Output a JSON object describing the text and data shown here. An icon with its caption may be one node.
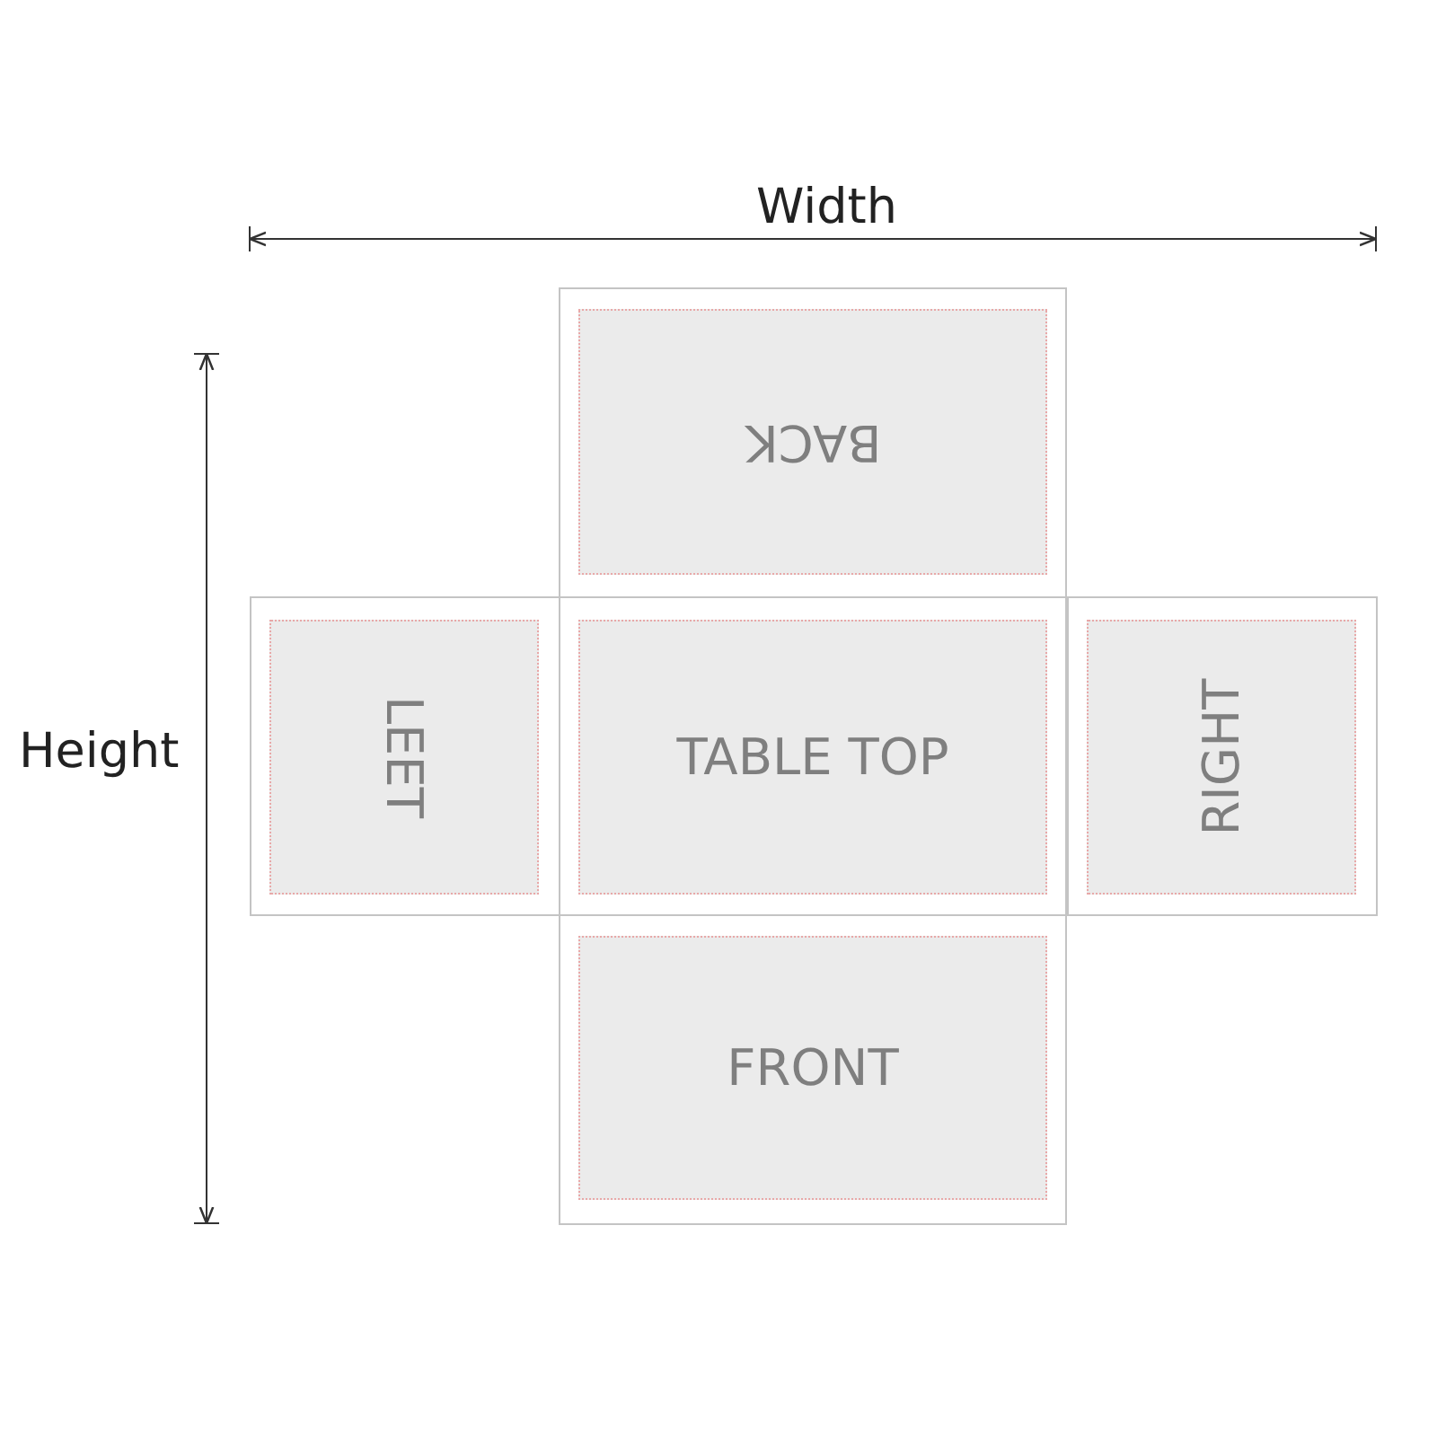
{
  "diagram": {
    "nodes": [
      {
        "text": [
          "BACK"
        ]
      },
      {
        "text": [
          "LEET"
        ]
      },
      {
        "text": [
          "TABLE TOP"
        ]
      },
      {
        "text": [
          "RIGHT"
        ]
      },
      {
        "text": [
          "FRONT"
        ]
      }
    ],
    "labels": [
      "Width",
      "Height"
    ]
  }
}
